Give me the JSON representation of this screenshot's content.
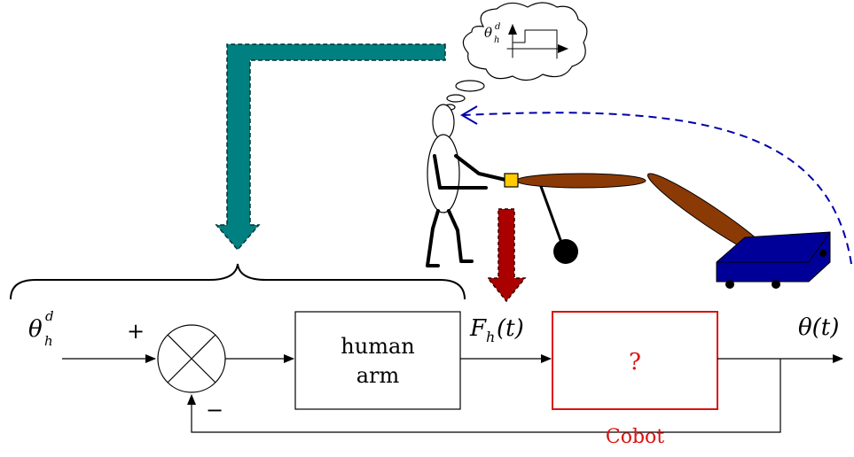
{
  "labels": {
    "reference_symbol": "θ",
    "reference_sup": "d",
    "reference_sub": "h",
    "plus_sign": "+",
    "minus_sign": "−",
    "human_arm_line1": "human",
    "human_arm_line2": "arm",
    "force_label": "F",
    "force_sub": "h",
    "force_arg": "(t)",
    "output_label": "θ(t)",
    "cobot_unknown": "?",
    "cobot_caption": "Cobot"
  },
  "thought_bubble": {
    "symbol": "θ",
    "sup": "d",
    "sub": "h"
  },
  "colors": {
    "teal_arrow": "#008080",
    "red_arrow": "#aa0000",
    "cobot_box": "#dd1111",
    "cobot_text": "#dd1111",
    "blue_feedback": "#0000aa",
    "arm_link": "#8b3a05",
    "cart": "#000099",
    "handle": "#ffcc00"
  },
  "icons": [
    "thought-bubble-icon",
    "human-stick-figure-icon",
    "cobot-arm-icon",
    "cart-icon",
    "handle-icon"
  ]
}
